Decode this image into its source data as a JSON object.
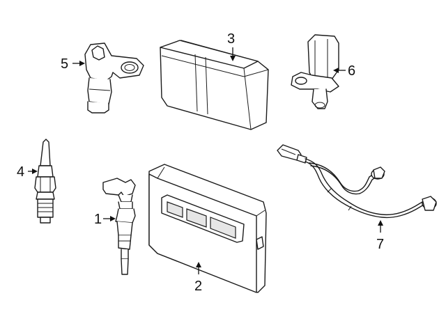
{
  "callouts": {
    "c1": "1",
    "c2": "2",
    "c3": "3",
    "c4": "4",
    "c5": "5",
    "c6": "6",
    "c7": "7"
  },
  "parts": [
    {
      "id": "1",
      "icon": "ignition-coil-icon"
    },
    {
      "id": "2",
      "icon": "engine-control-module-icon"
    },
    {
      "id": "3",
      "icon": "control-module-box-icon"
    },
    {
      "id": "4",
      "icon": "spark-plug-icon"
    },
    {
      "id": "5",
      "icon": "camshaft-position-sensor-icon"
    },
    {
      "id": "6",
      "icon": "crankshaft-position-sensor-icon"
    },
    {
      "id": "7",
      "icon": "knock-sensor-harness-icon"
    }
  ],
  "colors": {
    "line": "#1a1a1a",
    "background": "#ffffff",
    "shade": "#e6e6e6"
  }
}
